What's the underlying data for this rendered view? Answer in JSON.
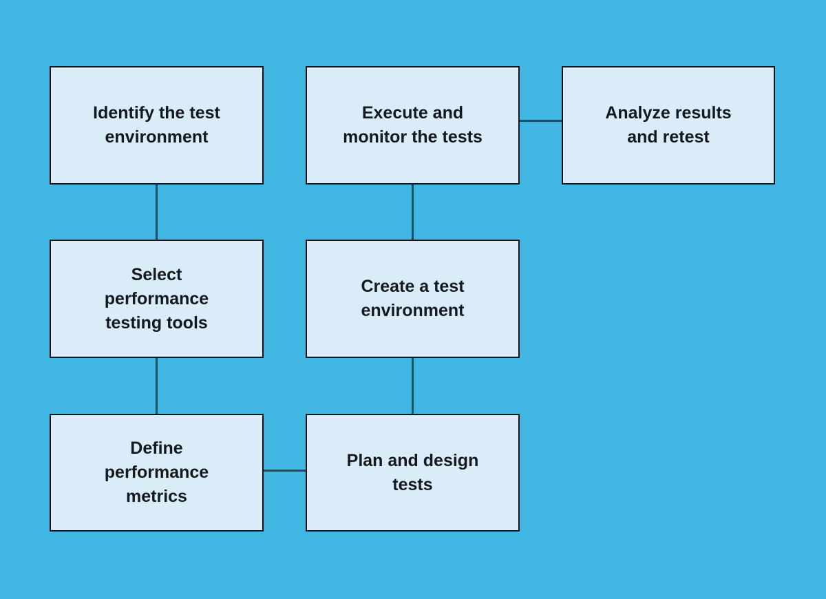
{
  "canvas": {
    "background_color": "#41b6e3",
    "node_fill_color": "#d9ecf8",
    "node_border_color": "#0d1319",
    "connector_color": "#175069",
    "text_color": "#14191f"
  },
  "nodes": [
    {
      "id": "identify-test-environment",
      "label": "Identify the test\nenvironment"
    },
    {
      "id": "execute-monitor-tests",
      "label": "Execute and\nmonitor the tests"
    },
    {
      "id": "analyze-results-retest",
      "label": "Analyze results\nand retest"
    },
    {
      "id": "select-performance-testing-tools",
      "label": "Select\nperformance\ntesting tools"
    },
    {
      "id": "create-test-environment",
      "label": "Create a test\nenvironment"
    },
    {
      "id": "define-performance-metrics",
      "label": "Define\nperformance\nmetrics"
    },
    {
      "id": "plan-design-tests",
      "label": "Plan and design\ntests"
    }
  ],
  "connections": [
    {
      "from": "identify-test-environment",
      "to": "select-performance-testing-tools"
    },
    {
      "from": "select-performance-testing-tools",
      "to": "define-performance-metrics"
    },
    {
      "from": "define-performance-metrics",
      "to": "plan-design-tests"
    },
    {
      "from": "plan-design-tests",
      "to": "create-test-environment"
    },
    {
      "from": "create-test-environment",
      "to": "execute-monitor-tests"
    },
    {
      "from": "execute-monitor-tests",
      "to": "analyze-results-retest"
    }
  ]
}
